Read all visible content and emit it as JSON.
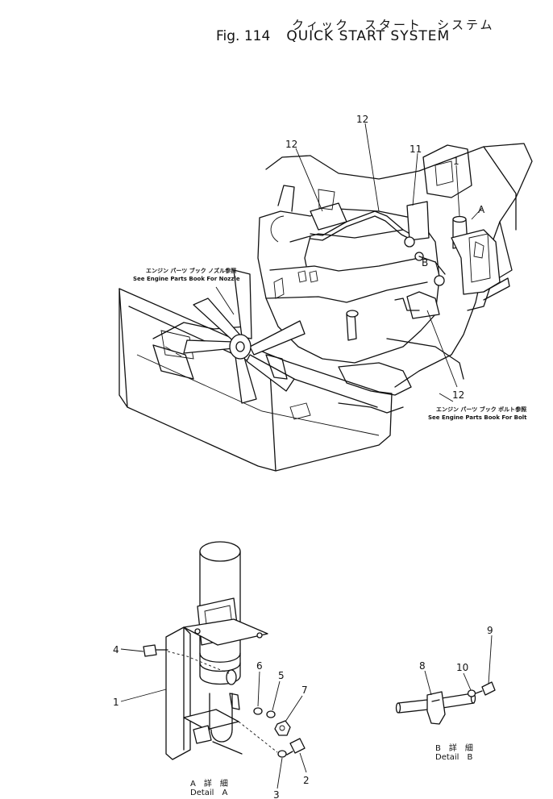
{
  "title": {
    "japanese": "クィック　スタート　システム",
    "figure_number": "Fig. 114",
    "name": "QUICK START SYSTEM"
  },
  "notes": {
    "nozzle_jp": "エンジン パーツ ブック ノズル参照",
    "nozzle_en": "See Engine Parts Book For Nozzle",
    "bolt_jp": "エンジン パーツ ブック ボルト参照",
    "bolt_en": "See Engine Parts Book For Bolt"
  },
  "callouts": {
    "upper": {
      "c12_a": "12",
      "c12_b": "12",
      "c11": "11",
      "c1": "1",
      "label_a": "A",
      "label_b": "B",
      "c12_c": "12"
    },
    "detail_a": {
      "c4": "4",
      "c1": "1",
      "c6": "6",
      "c5": "5",
      "c7": "7",
      "c2": "2",
      "c3": "3"
    },
    "detail_b": {
      "c9": "9",
      "c10": "10",
      "c8": "8"
    }
  },
  "details": {
    "a_jp": "A　詳　細",
    "a_en": "Detail　A",
    "b_jp": "B　詳　細",
    "b_en": "Detail　B"
  }
}
